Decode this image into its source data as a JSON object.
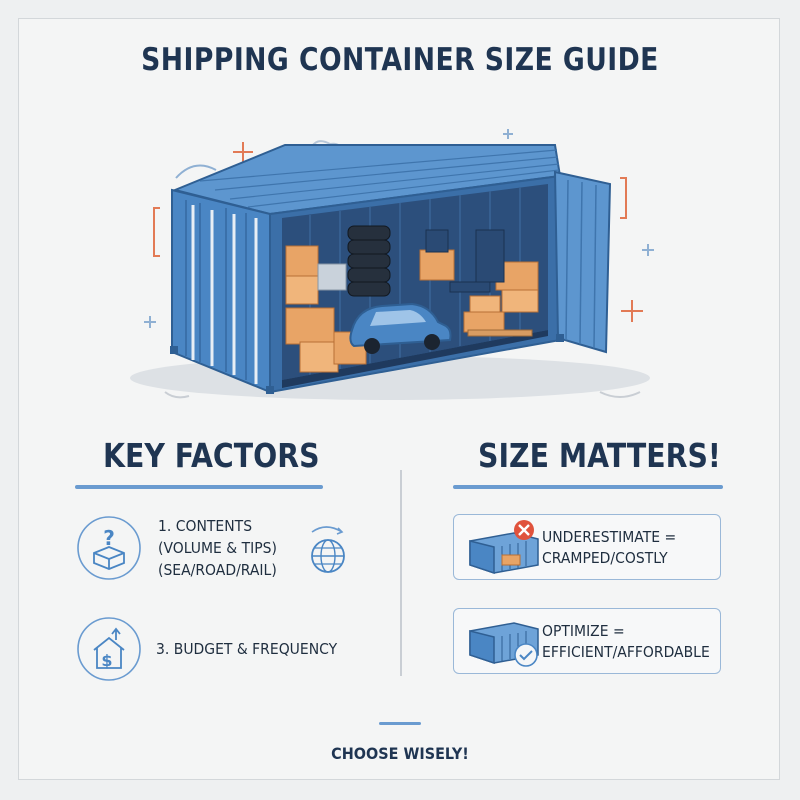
{
  "title": "SHIPPING CONTAINER SIZE GUIDE",
  "left_column": {
    "heading": "KEY FACTORS",
    "items": [
      {
        "icon": "box-question-icon",
        "lines": [
          "1. CONTENTS",
          "(VOLUME & TIPS)",
          "(SEA/ROAD/RAIL)"
        ],
        "extra_icon": "globe-icon"
      },
      {
        "icon": "house-dollar-icon",
        "lines": [
          "3. BUDGET & FREQUENCY"
        ]
      }
    ]
  },
  "right_column": {
    "heading": "SIZE MATTERS!",
    "cards": [
      {
        "icon": "container-cross-icon",
        "line1": "UNDERESTIMATE =",
        "line2": "CRAMPED/COSTLY"
      },
      {
        "icon": "container-check-icon",
        "line1": "OPTIMIZE =",
        "line2": "EFFICIENT/AFFORDABLE"
      }
    ]
  },
  "footer": "CHOOSE WISELY!",
  "colors": {
    "navy": "#1f3552",
    "container_blue": "#4a86c4",
    "accent_blue": "#6a9bd0",
    "box_orange": "#e8a466",
    "error_red": "#e0533d"
  }
}
